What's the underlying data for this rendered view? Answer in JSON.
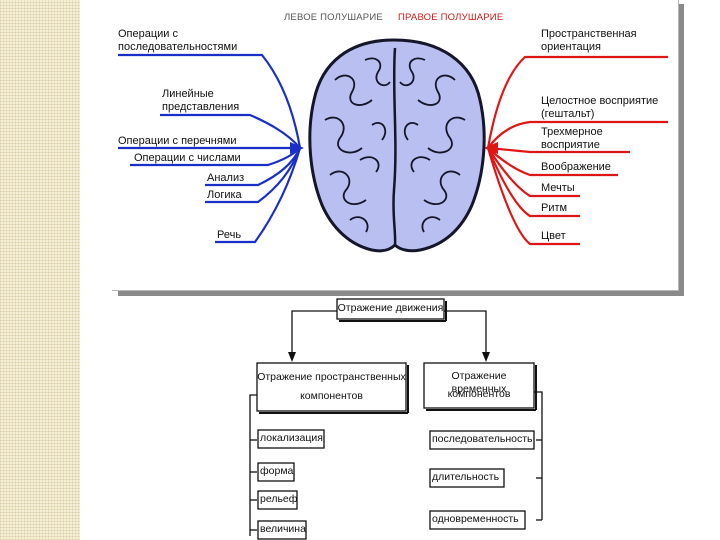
{
  "brain_diagram": {
    "left_header": "ЛЕВОЕ ПОЛУШАРИЕ",
    "right_header": "ПРАВОЕ ПОЛУШАРИЕ",
    "left_labels": [
      "Операции с",
      "последовательностями",
      "Линейные",
      "представления",
      "Операции с перечнями",
      "Операции с числами",
      "Анализ",
      "Логика",
      "Речь"
    ],
    "right_labels": [
      "Пространственная",
      "ориентация",
      "Целостное восприятие",
      "(гештальт)",
      "Трехмерное",
      "восприятие",
      "Воображение",
      "Мечты",
      "Ритм",
      "Цвет"
    ],
    "colors": {
      "left": "#1a2fc9",
      "right": "#e01515",
      "brain_fill": "#b9bff0",
      "brain_stroke": "#15162a"
    }
  },
  "flow_diagram": {
    "root": "Отражение движения",
    "left_box": [
      "Отражение пространственных",
      "компонентов"
    ],
    "right_box": [
      "Отражение временных",
      "компонентов"
    ],
    "left_items": [
      "локализация",
      "форма",
      "рельеф",
      "величина"
    ],
    "right_items": [
      "последовательность",
      "длительность",
      "одновременность"
    ]
  }
}
